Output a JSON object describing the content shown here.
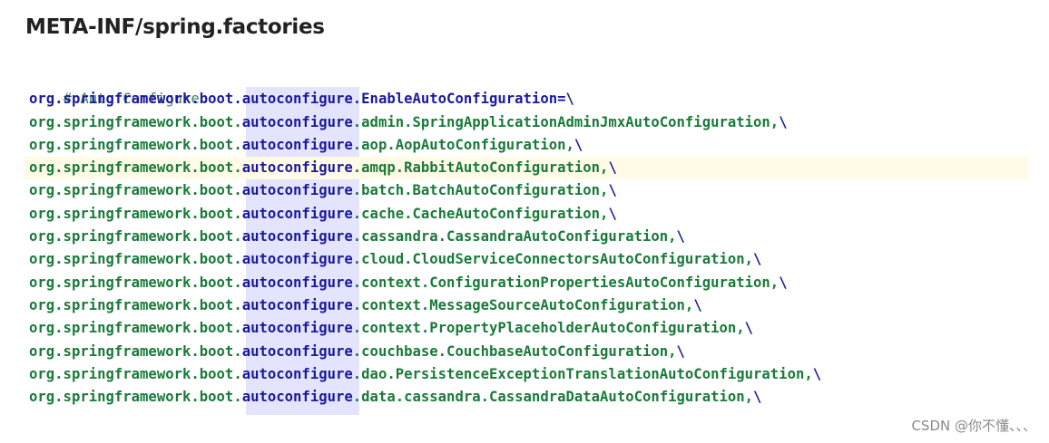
{
  "title": "META-INF/spring.factories",
  "comment": "# Auto Configure",
  "prefix": "org.springframework.boot.",
  "package_highlight": "autoconfigure",
  "lines": [
    ".EnableAutoConfiguration=\\",
    ".admin.SpringApplicationAdminJmxAutoConfiguration,\\",
    ".aop.AopAutoConfiguration,\\",
    ".amqp.RabbitAutoConfiguration,\\",
    ".batch.BatchAutoConfiguration,\\",
    ".cache.CacheAutoConfiguration,\\",
    ".cassandra.CassandraAutoConfiguration,\\",
    ".cloud.CloudServiceConnectorsAutoConfiguration,\\",
    ".context.ConfigurationPropertiesAutoConfiguration,\\",
    ".context.MessageSourceAutoConfiguration,\\",
    ".context.PropertyPlaceholderAutoConfiguration,\\",
    ".couchbase.CouchbaseAutoConfiguration,\\",
    ".dao.PersistenceExceptionTranslationAutoConfiguration,\\",
    ".data.cassandra.CassandraDataAutoConfiguration,\\"
  ],
  "watermark": "CSDN @你不懂、、、",
  "colors": {
    "code_green": "#1a7a3a",
    "code_navy": "#1a1a9c",
    "comment": "#3f7f5f",
    "highlight_column": "#e4e4ff",
    "current_line": "#fffbe6"
  }
}
